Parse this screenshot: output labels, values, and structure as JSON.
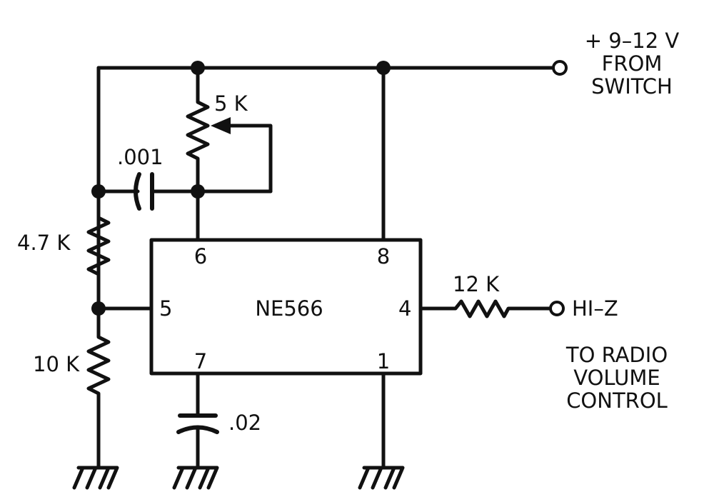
{
  "supply": {
    "label_line1": "+ 9–12 V",
    "label_line2": "FROM",
    "label_line3": "SWITCH"
  },
  "ic": {
    "name": "NE566",
    "pins": {
      "p6": "6",
      "p8": "8",
      "p5": "5",
      "p4": "4",
      "p7": "7",
      "p1": "1"
    }
  },
  "components": {
    "pot": "5 K",
    "cap_timing": ".001",
    "r_top": "4.7 K",
    "r_bottom": "10 K",
    "cap_bottom": ".02",
    "r_out": "12 K"
  },
  "output": {
    "label": "HI–Z",
    "note_line1": "TO RADIO",
    "note_line2": "VOLUME",
    "note_line3": "CONTROL"
  }
}
